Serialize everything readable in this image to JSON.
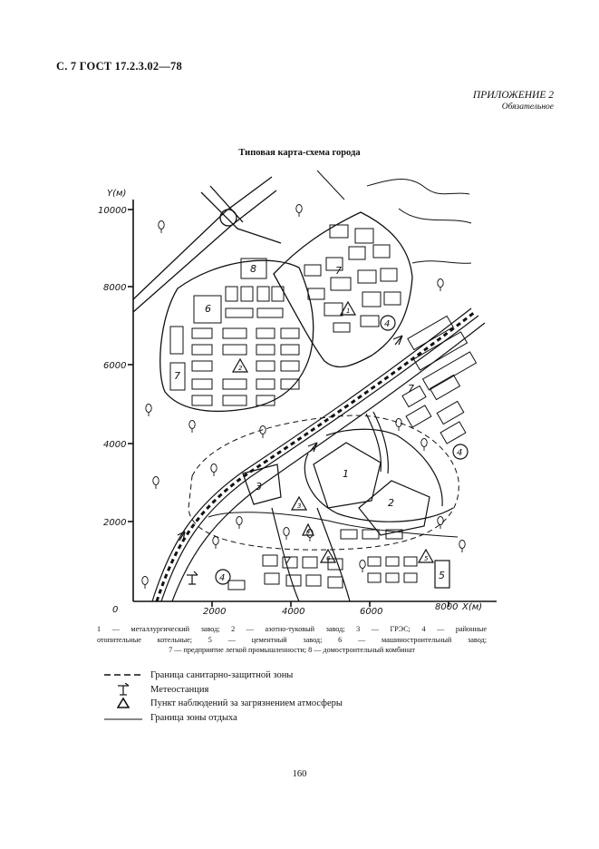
{
  "header": {
    "code": "С. 7 ГОСТ 17.2.3.02—78"
  },
  "appendix": {
    "title": "ПРИЛОЖЕНИЕ 2",
    "subtitle": "Обязательное"
  },
  "map": {
    "title": "Типовая карта-схема города",
    "y_axis_label": "Y(м)",
    "x_axis_label": "X(м)",
    "y_ticks": [
      "10000",
      "8000",
      "6000",
      "4000",
      "2000"
    ],
    "x_ticks": [
      "2000",
      "4000",
      "6000",
      "8000"
    ],
    "origin_label": "0",
    "markers": {
      "metallurgical": "1",
      "nitrogen_plant": "2",
      "power_station": "3",
      "boiler_a": "4",
      "boiler_b": "4",
      "boiler_c": "4",
      "cement": "5",
      "machine_building": "6",
      "light_industry_a": "7",
      "light_industry_b": "7",
      "light_industry_c": "7",
      "housing_plant": "8",
      "light_industry_d": "7",
      "obs_1": "1",
      "obs_2": "2",
      "obs_3": "3",
      "obs_4": "4",
      "obs_5": "5",
      "obs_6": "6"
    }
  },
  "caption": {
    "line1": "1 — металлургический завод; 2 — азотно-туковый завод; 3 — ГРЭС; 4 — районные",
    "line2": "отопительные котельные; 5 — цементный завод; 6 — машиностроительный завод;",
    "line3": "7 — предприятие легкой промышленности; 8 — домостроительный комбинат"
  },
  "legend": [
    {
      "icon": "dashed-line",
      "text": "Граница санитарно-защитной зоны"
    },
    {
      "icon": "weather-station",
      "text": "Метеостанция"
    },
    {
      "icon": "triangle",
      "text": "Пункт наблюдений за загрязнением атмосферы"
    },
    {
      "icon": "solid-line",
      "text": "Граница зоны отдыха"
    }
  ],
  "page_number": "160"
}
